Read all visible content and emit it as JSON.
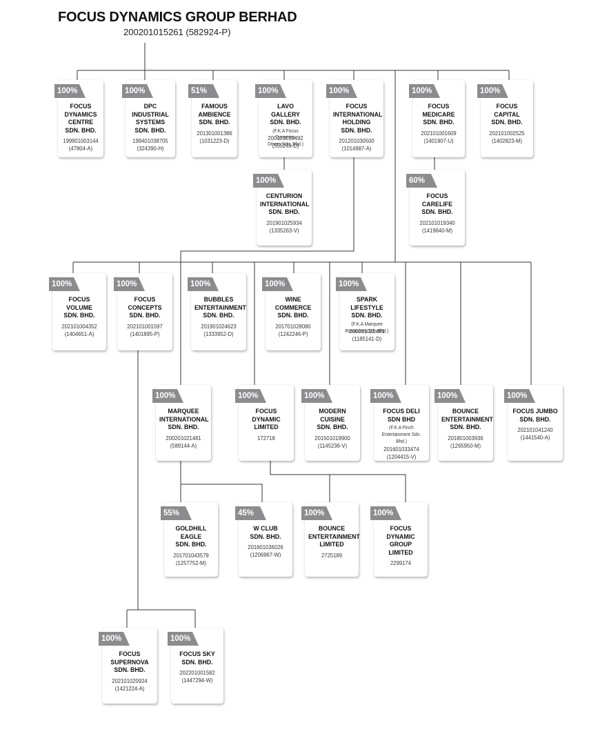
{
  "header": {
    "title": "FOCUS DYNAMICS GROUP BERHAD",
    "registration": "200201015261 (582924-P)"
  },
  "colors": {
    "badge": "#8c8c8e",
    "line": "#333333",
    "box": "#ffffff"
  },
  "companies": [
    {
      "id": "fdc",
      "pct": "100%",
      "name": [
        "FOCUS",
        "DYNAMICS",
        "CENTRE",
        "SDN. BHD."
      ],
      "fka": [],
      "reg": [
        "199901003144",
        "(47804-A)"
      ]
    },
    {
      "id": "dpc",
      "pct": "100%",
      "name": [
        "DPC",
        "INDUSTRIAL",
        "SYSTEMS",
        "SDN. BHD."
      ],
      "fka": [],
      "reg": [
        "199401038705",
        "(324390-H)"
      ]
    },
    {
      "id": "fam",
      "pct": "51%",
      "name": [
        "FAMOUS",
        "AMBIENCE",
        "SDN. BHD."
      ],
      "fka": [],
      "reg": [
        "201301001386",
        "(1031223-D)"
      ]
    },
    {
      "id": "lavo",
      "pct": "100%",
      "name": [
        "LAVO GALLERY",
        "SDN. BHD."
      ],
      "fka": [
        "(F.K.A Focus Dynamics",
        "Drives Sdn. Bhd.)"
      ],
      "reg": [
        "200101019492",
        "(555249-D)"
      ]
    },
    {
      "id": "fih",
      "pct": "100%",
      "name": [
        "FOCUS",
        "INTERNATIONAL",
        "HOLDING",
        "SDN. BHD."
      ],
      "fka": [],
      "reg": [
        "201201030500",
        "(1014987-A)"
      ]
    },
    {
      "id": "fmed",
      "pct": "100%",
      "name": [
        "FOCUS",
        "MEDICARE",
        "SDN. BHD."
      ],
      "fka": [],
      "reg": [
        "202101001609",
        "(1401907-U)"
      ]
    },
    {
      "id": "fcap",
      "pct": "100%",
      "name": [
        "FOCUS",
        "CAPITAL",
        "SDN. BHD."
      ],
      "fka": [],
      "reg": [
        "202101002525",
        "(1402823-M)"
      ]
    },
    {
      "id": "cent",
      "pct": "100%",
      "name": [
        "CENTURION",
        "INTERNATIONAL",
        "SDN. BHD."
      ],
      "fka": [],
      "reg": [
        "201901025934",
        "(1335263-V)"
      ]
    },
    {
      "id": "fcl",
      "pct": "60%",
      "name": [
        "FOCUS",
        "CARELIFE",
        "SDN. BHD."
      ],
      "fka": [],
      "reg": [
        "202101019340",
        "(1419640-M)"
      ]
    },
    {
      "id": "fvol",
      "pct": "100%",
      "name": [
        "FOCUS",
        "VOLUME",
        "SDN. BHD."
      ],
      "fka": [],
      "reg": [
        "202101004352",
        "(1404651-A)"
      ]
    },
    {
      "id": "fcon",
      "pct": "100%",
      "name": [
        "FOCUS",
        "CONCEPTS",
        "SDN. BHD."
      ],
      "fka": [],
      "reg": [
        "202101001597",
        "(1401895-P)"
      ]
    },
    {
      "id": "bub",
      "pct": "100%",
      "name": [
        "BUBBLES",
        "ENTERTAINMENT",
        "SDN. BHD."
      ],
      "fka": [],
      "reg": [
        "201901024623",
        "(1333952-D)"
      ]
    },
    {
      "id": "wine",
      "pct": "100%",
      "name": [
        "WINE",
        "COMMERCE",
        "SDN. BHD."
      ],
      "fka": [],
      "reg": [
        "201701028080",
        "(1242246-P)"
      ]
    },
    {
      "id": "spark",
      "pct": "100%",
      "name": [
        "SPARK LIFESTYLE",
        "SDN. BHD."
      ],
      "fka": [
        "(F.K.A Marquee",
        "Resources Sdn.Bhd.)"
      ],
      "reg": [
        "200201021481",
        "(1185141-D)"
      ]
    },
    {
      "id": "mar",
      "pct": "100%",
      "name": [
        "MARQUEE",
        "INTERNATIONAL",
        "SDN. BHD."
      ],
      "fka": [],
      "reg": [
        "200201021481",
        "(589144-A)"
      ]
    },
    {
      "id": "fdl",
      "pct": "100%",
      "name": [
        "FOCUS",
        "DYNAMIC",
        "LIMITED"
      ],
      "fka": [],
      "reg": [
        "172718"
      ]
    },
    {
      "id": "mod",
      "pct": "100%",
      "name": [
        "MODERN",
        "CUISINE",
        "SDN. BHD."
      ],
      "fka": [],
      "reg": [
        "201501019900",
        "(1145236-V)"
      ]
    },
    {
      "id": "deli",
      "pct": "100%",
      "name": [
        "FOCUS DELI",
        "SDN BHD"
      ],
      "fka": [
        "(F.K.A Finch",
        "Entertainment Sdn.",
        "Bhd.)"
      ],
      "reg": [
        "201601033474",
        "(1204415-V)"
      ]
    },
    {
      "id": "bes",
      "pct": "100%",
      "name": [
        "BOUNCE",
        "ENTERTAINMENT",
        "SDN. BHD."
      ],
      "fka": [],
      "reg": [
        "201801003936",
        "(1265950-M)"
      ]
    },
    {
      "id": "jum",
      "pct": "100%",
      "name": [
        "FOCUS JUMBO",
        "SDN. BHD."
      ],
      "fka": [],
      "reg": [
        "202101041240",
        "(1441540-A)"
      ]
    },
    {
      "id": "gold",
      "pct": "55%",
      "name": [
        "GOLDHILL",
        "EAGLE",
        "SDN. BHD."
      ],
      "fka": [],
      "reg": [
        "201701043579",
        "(1257752-M)"
      ]
    },
    {
      "id": "wc",
      "pct": "45%",
      "name": [
        "W CLUB",
        "SDN. BHD."
      ],
      "fka": [],
      "reg": [
        "201601036026",
        "(1206967-W)"
      ]
    },
    {
      "id": "bel",
      "pct": "100%",
      "name": [
        "BOUNCE",
        "ENTERTAINMENT",
        "LIMITED"
      ],
      "fka": [],
      "reg": [
        "2725189"
      ]
    },
    {
      "id": "fdg",
      "pct": "100%",
      "name": [
        "FOCUS",
        "DYNAMIC",
        "GROUP",
        "LIMITED"
      ],
      "fka": [],
      "reg": [
        "2299174"
      ]
    },
    {
      "id": "sup",
      "pct": "100%",
      "name": [
        "FOCUS",
        "SUPERNOVA",
        "SDN. BHD."
      ],
      "fka": [],
      "reg": [
        "202101020924",
        "(1421224-A)"
      ]
    },
    {
      "id": "sky",
      "pct": "100%",
      "name": [
        "FOCUS SKY",
        "SDN. BHD."
      ],
      "fka": [],
      "reg": [
        "202201001582",
        "(1447294-W)"
      ]
    }
  ]
}
